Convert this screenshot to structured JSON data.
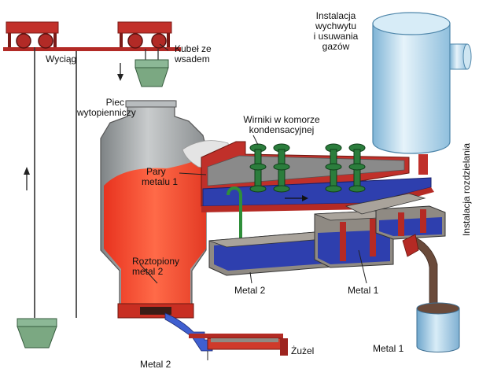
{
  "labels": {
    "hoist": "Wyciąg",
    "bucket_line1": "Kubeł ze",
    "bucket_line2": "wsadem",
    "furnace_line1": "Piec",
    "furnace_line2": "wytopienniczy",
    "gas_line1": "Instalacja",
    "gas_line2": "wychwytu",
    "gas_line3": "i usuwania",
    "gas_line4": "gazów",
    "rotors_line1": "Wirniki w komorze",
    "rotors_line2": "kondensacyjnej",
    "vapour_line1": "Pary",
    "vapour_line2": "metalu 1",
    "separation": "Instalacja rozdzielania",
    "molten_line1": "Roztopiony",
    "molten_line2": "metal 2",
    "metal2_mid": "Metal 2",
    "metal1_mid": "Metal 1",
    "metal1_bottom": "Metal 1",
    "slag": "Żużel",
    "metal2_bottom": "Metal 2"
  },
  "colors": {
    "rail": "#b22a26",
    "molten": "#ee3b24",
    "furnace": "#a7abad",
    "blue_metal": "#2e3fae",
    "tank_gray": "#8f8a83",
    "pipe_green": "#2f8f3a",
    "rotor_green": "#2b7d3c",
    "gas_tank": "#a9cfe6",
    "hopper_green": "#7ba882",
    "stream_brown": "#6a4a3a"
  }
}
